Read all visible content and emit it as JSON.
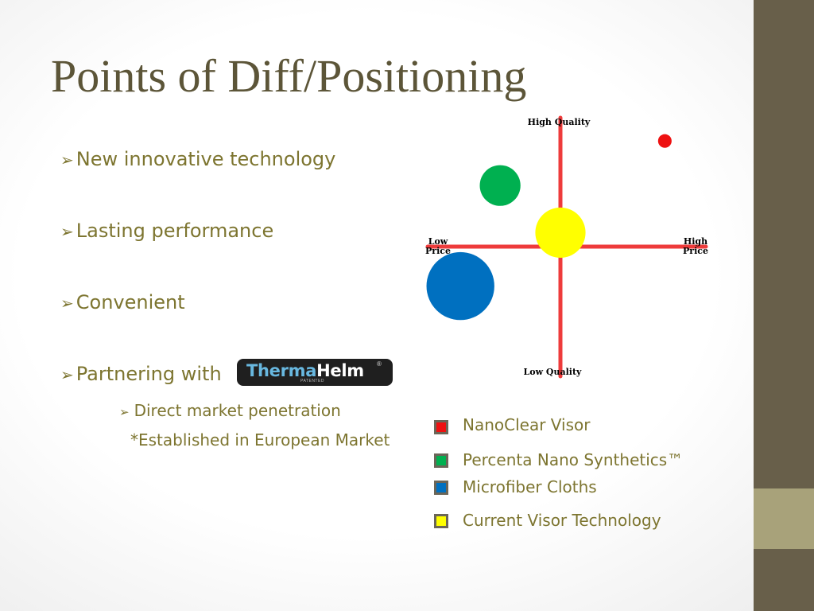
{
  "slide": {
    "title": "Points of Diff/Positioning",
    "bullets": [
      "New innovative technology",
      "Lasting performance",
      "Convenient",
      "Partnering with"
    ],
    "bullet_marker": "➢",
    "sub_bullet": "Direct market penetration",
    "sub_note": "*Established in European Market",
    "partner_logo": {
      "text_part1": "Therma",
      "text_part2": "Helm",
      "subtext": "PATENTED",
      "mark": "®"
    }
  },
  "theme": {
    "sidebar_color": "#685f4a",
    "sidebar_accent": "#a8a27a",
    "title_color": "#5c5538",
    "text_color": "#7d7530",
    "axis_color": "#ee3b3b"
  },
  "chart_data": {
    "type": "scatter",
    "subtype": "positioning-map",
    "axes": {
      "x": {
        "min_label": "Low Price",
        "max_label": "High Price",
        "range": [
          -1,
          1
        ]
      },
      "y": {
        "min_label": "Low Quality",
        "max_label": "High Quality",
        "range": [
          -1,
          1
        ]
      }
    },
    "grid": false,
    "legend_position": "bottom-right",
    "series": [
      {
        "name": "NanoClear Visor",
        "color": "#ee1111",
        "x": 0.71,
        "y": 0.83,
        "size": 0.1
      },
      {
        "name": "Percenta Nano Synthetics™",
        "color": "#00b050",
        "x": -0.41,
        "y": 0.48,
        "size": 0.3
      },
      {
        "name": "Microfiber Cloths",
        "color": "#0070c0",
        "x": -0.68,
        "y": -0.31,
        "size": 0.5
      },
      {
        "name": "Current Visor Technology",
        "color": "#ffff00",
        "x": 0.0,
        "y": 0.11,
        "size": 0.37
      }
    ]
  }
}
